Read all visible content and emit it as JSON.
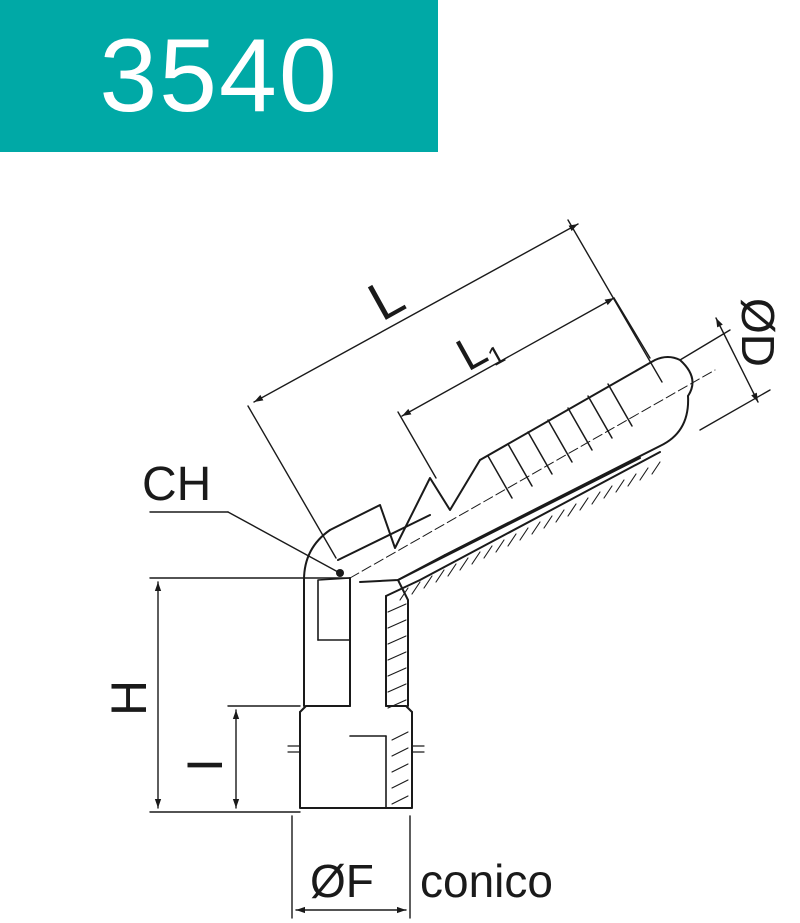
{
  "title": {
    "code": "3540"
  },
  "colors": {
    "banner": "#00a9a6",
    "banner_text": "#ffffff",
    "line": "#1a1a1a"
  },
  "labels": {
    "L": "L",
    "L1_main": "L",
    "L1_sub": "1",
    "D": "ØD",
    "CH": "CH",
    "H": "H",
    "I": "I",
    "F": "ØF",
    "conico": "conico"
  }
}
